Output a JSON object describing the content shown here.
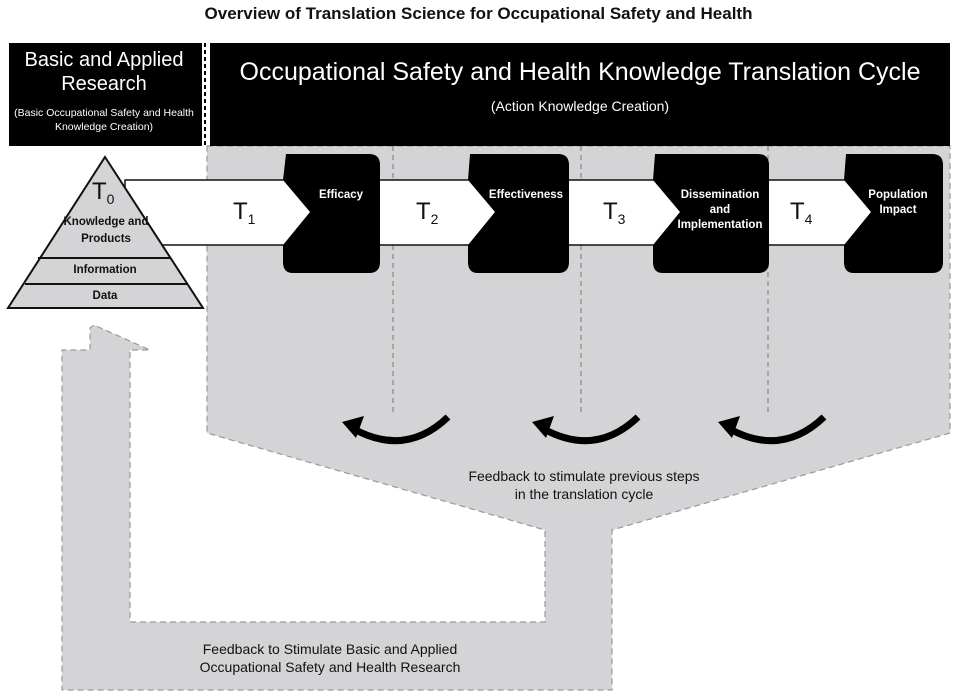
{
  "title": "Overview of Translation Science for Occupational Safety and Health",
  "left_header": {
    "title": "Basic and Applied Research",
    "subtitle": "(Basic Occupational Safety and Health Knowledge Creation)"
  },
  "right_header": {
    "title": "Occupational Safety and Health Knowledge Translation Cycle",
    "subtitle": "(Action Knowledge Creation)"
  },
  "pyramid": {
    "t0_main": "T",
    "t0_sub": "0",
    "top_label": "Knowledge and Products",
    "middle_label": "Information",
    "bottom_label": "Data"
  },
  "translation_steps": [
    {
      "t_main": "T",
      "t_sub": "1",
      "stage": "Efficacy"
    },
    {
      "t_main": "T",
      "t_sub": "2",
      "stage": "Effectiveness"
    },
    {
      "t_main": "T",
      "t_sub": "3",
      "stage": "Dissemination and Implementation"
    },
    {
      "t_main": "T",
      "t_sub": "4",
      "stage": "Population Impact"
    }
  ],
  "feedback_cycle": "Feedback to stimulate previous steps in the translation cycle",
  "feedback_research": "Feedback to Stimulate Basic and Applied Occupational Safety and Health Research",
  "colors": {
    "header_fill": "#000000",
    "panel_fill": "#d4d4d6",
    "stage_box_fill": "#000000",
    "arrow_fill": "#ffffff",
    "text": "#111111"
  }
}
